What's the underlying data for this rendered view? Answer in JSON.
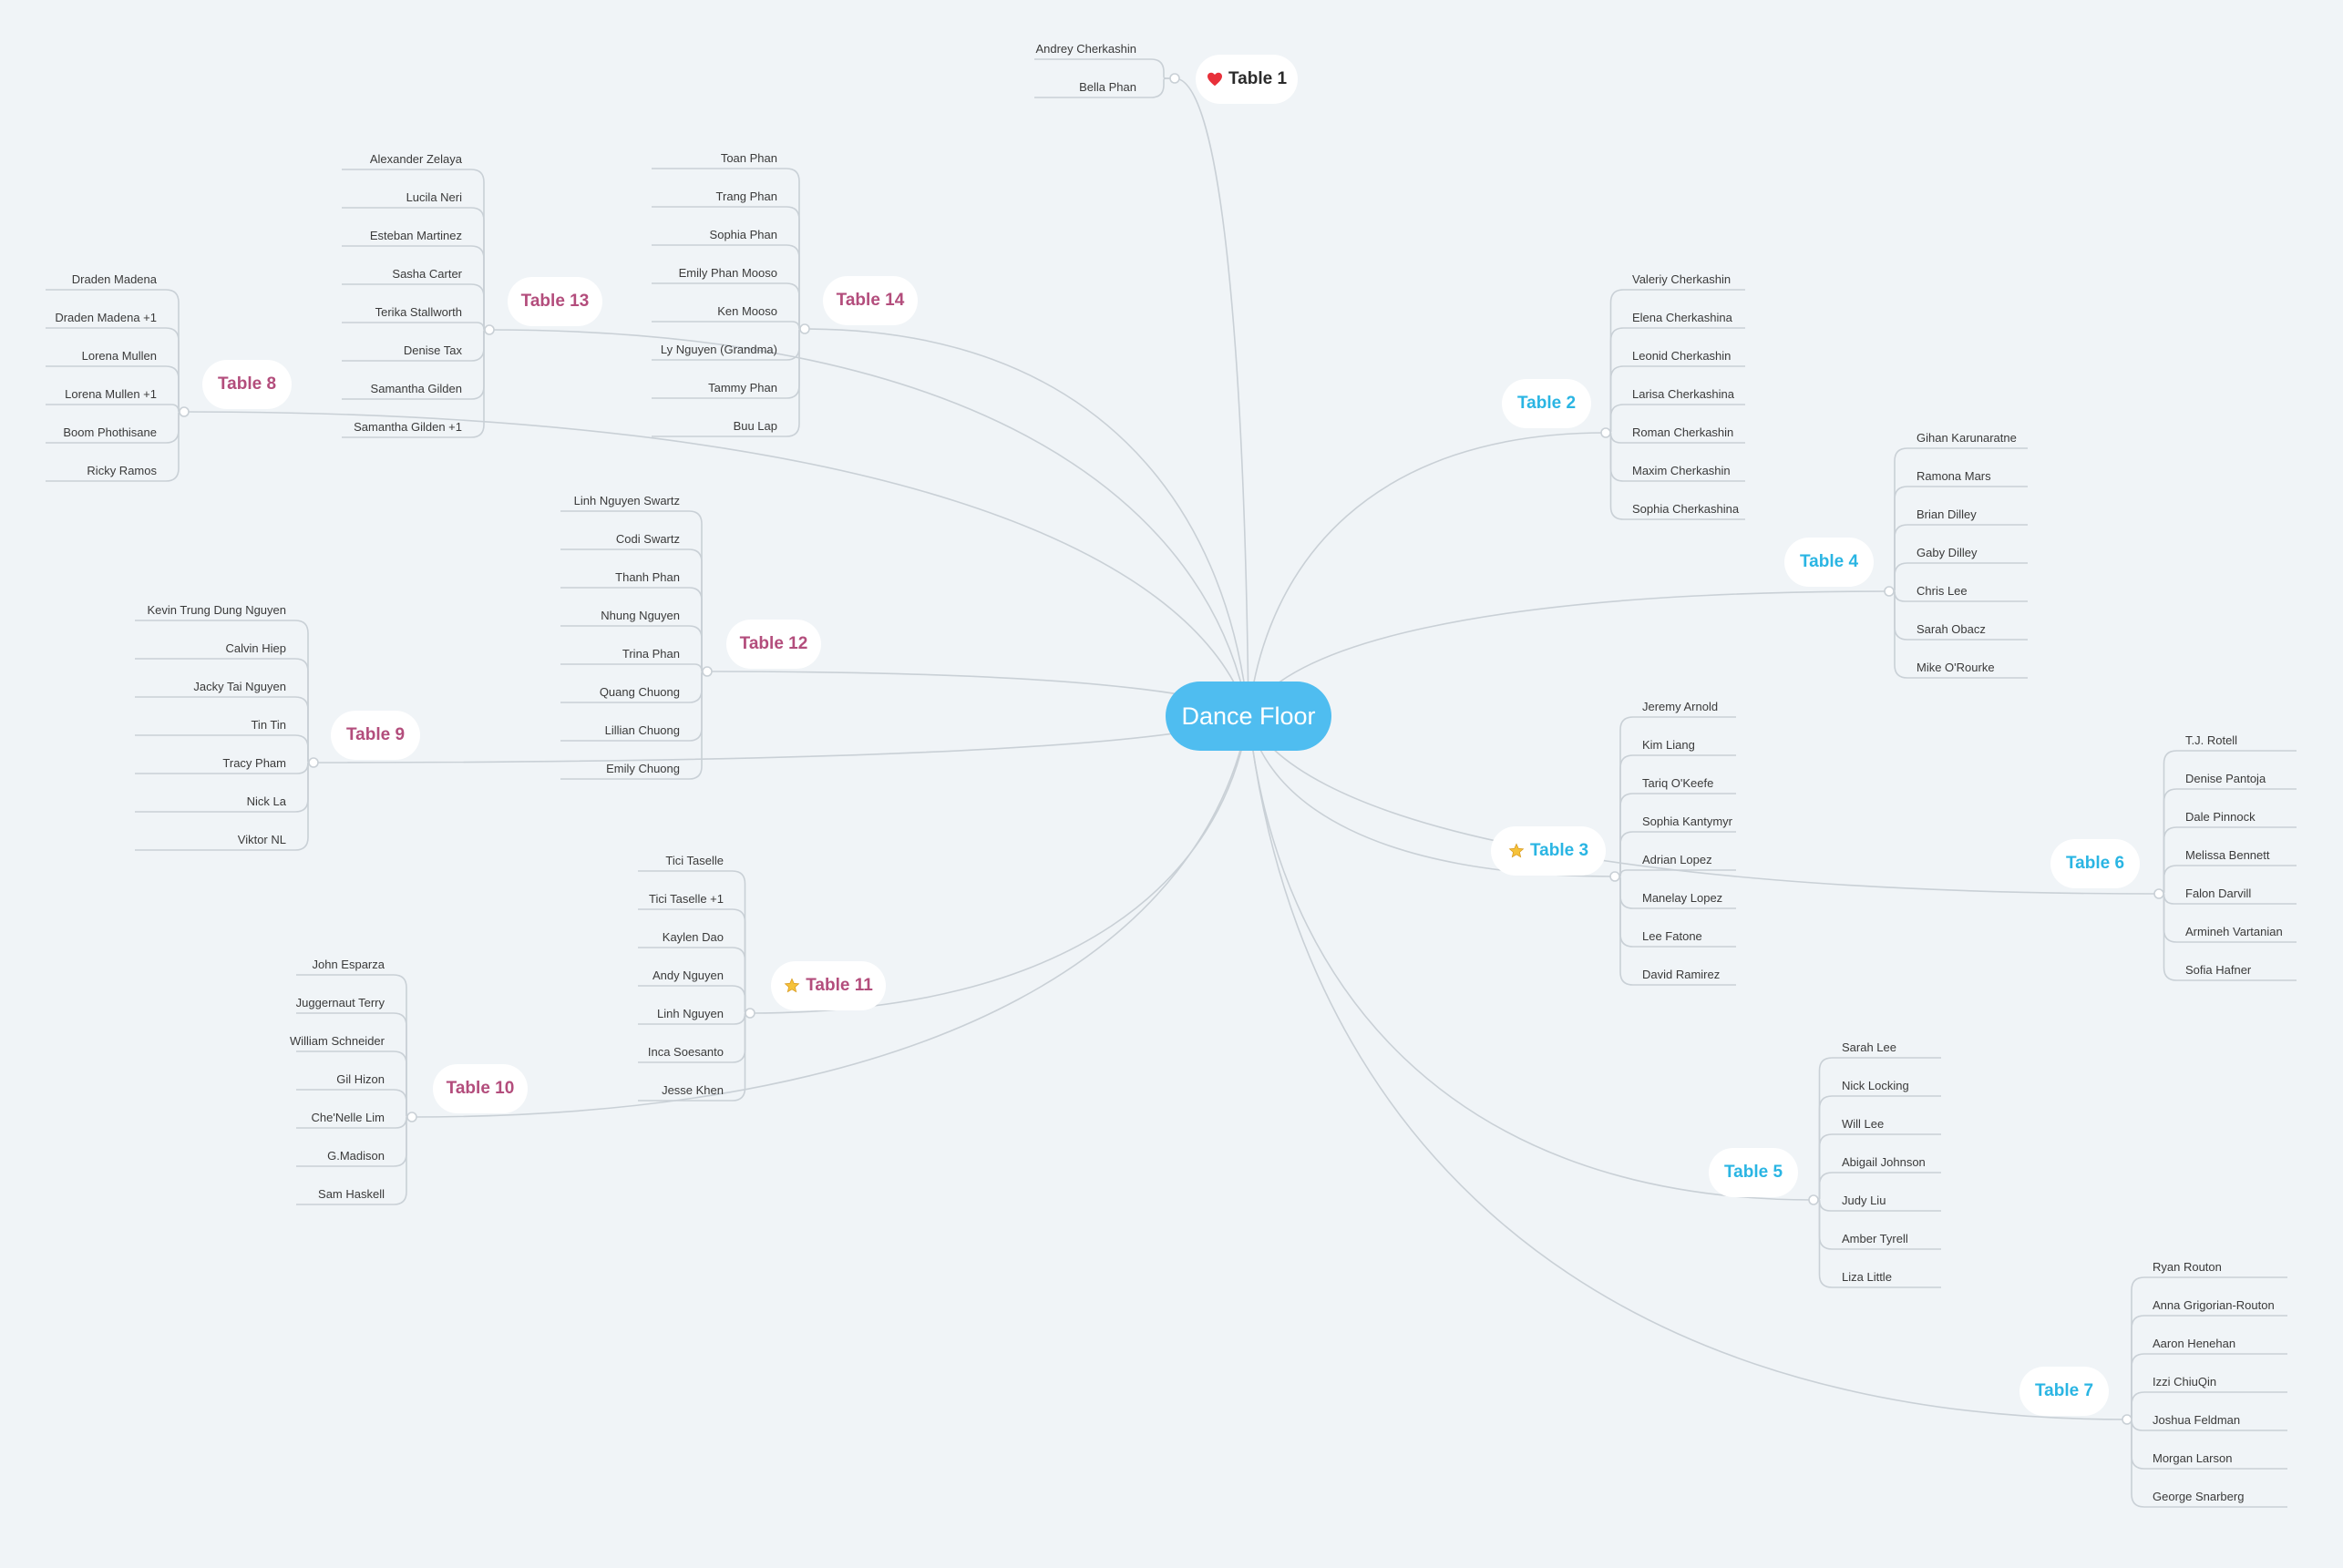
{
  "center": {
    "label": "Dance Floor"
  },
  "colors": {
    "background": "#f0f4f7",
    "center": "#4fbdf0",
    "pink": "#b34d7c",
    "blue": "#2ab5e3",
    "line": "#c9d0d6"
  },
  "tables": [
    {
      "label": "Table 1",
      "color": "dark",
      "icon": "heart-icon",
      "guests": [
        "Andrey Cherkashin",
        "Bella Phan"
      ]
    },
    {
      "label": "Table 2",
      "color": "blue",
      "guests": [
        "Valeriy Cherkashin",
        "Elena Cherkashina",
        "Leonid Cherkashin",
        "Larisa Cherkashina",
        "Roman Cherkashin",
        "Maxim Cherkashin",
        "Sophia Cherkashina"
      ]
    },
    {
      "label": "Table 3",
      "color": "blue",
      "icon": "star-icon",
      "guests": [
        "Jeremy Arnold",
        "Kim Liang",
        "Tariq O'Keefe",
        "Sophia Kantymyr",
        "Adrian Lopez",
        "Manelay Lopez",
        "Lee Fatone",
        "David Ramirez"
      ]
    },
    {
      "label": "Table 4",
      "color": "blue",
      "guests": [
        "Gihan Karunaratne",
        "Ramona Mars",
        "Brian Dilley",
        "Gaby Dilley",
        "Chris Lee",
        "Sarah Obacz",
        "Mike O'Rourke"
      ]
    },
    {
      "label": "Table 5",
      "color": "blue",
      "guests": [
        "Sarah Lee",
        "Nick Locking",
        "Will Lee",
        "Abigail Johnson",
        "Judy Liu",
        "Amber Tyrell",
        "Liza Little"
      ]
    },
    {
      "label": "Table 6",
      "color": "blue",
      "guests": [
        "T.J. Rotell",
        "Denise Pantoja",
        "Dale Pinnock",
        "Melissa Bennett",
        "Falon Darvill",
        "Armineh Vartanian",
        "Sofia Hafner"
      ]
    },
    {
      "label": "Table 7",
      "color": "blue",
      "guests": [
        "Ryan Routon",
        "Anna Grigorian-Routon",
        "Aaron Henehan",
        "Izzi  ChiuQin",
        "Joshua Feldman",
        "Morgan Larson",
        "George Snarberg"
      ]
    },
    {
      "label": "Table 8",
      "color": "pink",
      "guests": [
        "Draden Madena",
        "Draden Madena +1",
        "Lorena Mullen",
        "Lorena Mullen +1",
        "Boom Phothisane",
        "Ricky Ramos"
      ]
    },
    {
      "label": "Table 9",
      "color": "pink",
      "guests": [
        "Kevin Trung Dung Nguyen",
        "Calvin Hiep",
        "Jacky Tai Nguyen",
        "Tin Tin",
        "Tracy Pham",
        "Nick La",
        "Viktor NL"
      ]
    },
    {
      "label": "Table 10",
      "color": "pink",
      "guests": [
        "John Esparza",
        "Juggernaut Terry",
        "William Schneider",
        "Gil Hizon",
        "Che'Nelle Lim",
        "G.Madison",
        "Sam Haskell"
      ]
    },
    {
      "label": "Table 11",
      "color": "pink",
      "icon": "star-icon",
      "guests": [
        "Tici Taselle",
        "Tici Taselle +1",
        "Kaylen Dao",
        "Andy Nguyen",
        "Linh Nguyen",
        "Inca Soesanto",
        "Jesse Khen"
      ]
    },
    {
      "label": "Table 12",
      "color": "pink",
      "guests": [
        "Linh Nguyen Swartz",
        "Codi Swartz",
        "Thanh Phan",
        "Nhung Nguyen",
        "Trina Phan",
        "Quang Chuong",
        "Lillian Chuong",
        "Emily Chuong"
      ]
    },
    {
      "label": "Table 13",
      "color": "pink",
      "guests": [
        "Alexander Zelaya",
        "Lucila Neri",
        "Esteban Martinez",
        "Sasha Carter",
        "Terika Stallworth",
        "Denise Tax",
        "Samantha Gilden",
        "Samantha Gilden +1"
      ]
    },
    {
      "label": "Table 14",
      "color": "pink",
      "guests": [
        "Toan Phan",
        "Trang Phan",
        "Sophia Phan",
        "Emily Phan Mooso",
        "Ken Mooso",
        "Ly Nguyen (Grandma)",
        "Tammy Phan",
        "Buu Lap"
      ]
    }
  ]
}
